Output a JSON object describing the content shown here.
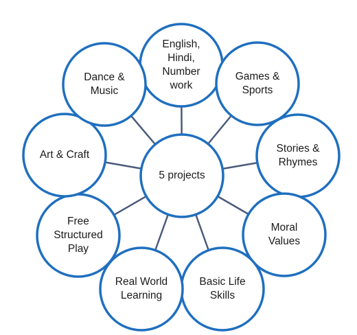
{
  "center": {
    "label": "5 projects"
  },
  "nodes": [
    {
      "id": "english-hindi-number",
      "label": "English,\nHindi,\nNumber\nwork"
    },
    {
      "id": "games-sports",
      "label": "Games &\nSports"
    },
    {
      "id": "stories-rhymes",
      "label": "Stories &\nRhymes"
    },
    {
      "id": "moral-values",
      "label": "Moral\nValues"
    },
    {
      "id": "basic-life-skills",
      "label": "Basic Life\nSkills"
    },
    {
      "id": "real-world-learning",
      "label": "Real World\nLearning"
    },
    {
      "id": "free-structured-play",
      "label": "Free\nStructured\nPlay"
    },
    {
      "id": "art-craft",
      "label": "Art & Craft"
    },
    {
      "id": "dance-music",
      "label": "Dance &\nMusic"
    }
  ],
  "colors": {
    "circle_stroke": "#1f6fbf",
    "connector": "#4a5a7a"
  }
}
